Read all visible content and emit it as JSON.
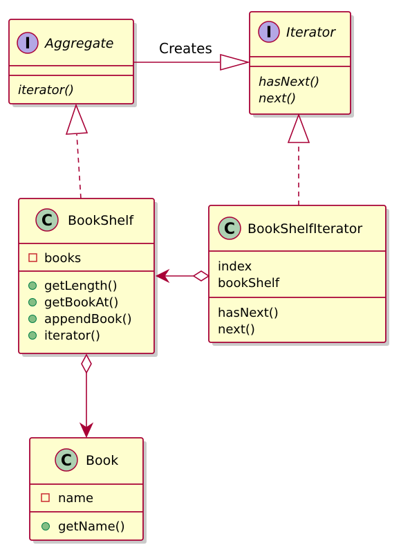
{
  "diagram": {
    "aggregate": {
      "stereotype": "I",
      "name": "Aggregate",
      "methods": [
        "iterator()"
      ]
    },
    "iterator": {
      "stereotype": "I",
      "name": "Iterator",
      "methods": [
        "hasNext()",
        "next()"
      ]
    },
    "bookshelf": {
      "stereotype": "C",
      "name": "BookShelf",
      "fields": [
        "books"
      ],
      "methods": [
        "getLength()",
        "getBookAt()",
        "appendBook()",
        "iterator()"
      ]
    },
    "bookshelf_iterator": {
      "stereotype": "C",
      "name": "BookShelfIterator",
      "fields": [
        "index",
        "bookShelf"
      ],
      "methods": [
        "hasNext()",
        "next()"
      ]
    },
    "book": {
      "stereotype": "C",
      "name": "Book",
      "fields": [
        "name"
      ],
      "methods": [
        "getName()"
      ]
    },
    "relations": {
      "creates_label": "Creates"
    },
    "colors": {
      "border": "#A80036",
      "fill": "#FEFECE",
      "interface_badge": "#B4A7E5",
      "class_badge": "#ADD1B2",
      "private_marker": "#C82930",
      "public_marker": "#84BE84"
    }
  }
}
